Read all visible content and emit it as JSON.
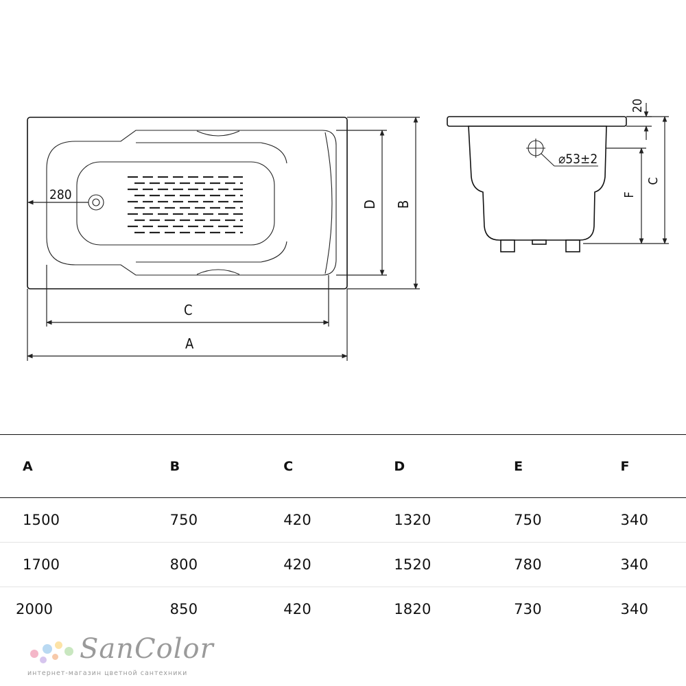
{
  "drawing": {
    "top_view": {
      "length_label": "A",
      "inner_length_label": "C",
      "width_label": "B",
      "inner_width_label": "D",
      "drain_offset": "280"
    },
    "side_view": {
      "rim_label": "20",
      "height_label": "C",
      "drain_height_label": "F",
      "drain_diameter": "⌀53±2"
    }
  },
  "table": {
    "headers": [
      "A",
      "B",
      "C",
      "D",
      "E",
      "F"
    ],
    "rows": [
      [
        "1500",
        "750",
        "420",
        "1320",
        "750",
        "340"
      ],
      [
        "1700",
        "800",
        "420",
        "1520",
        "780",
        "340"
      ],
      [
        "2000",
        "850",
        "420",
        "1820",
        "730",
        "340"
      ]
    ]
  },
  "logo": {
    "brand": "SanColor",
    "tagline": "интернет-магазин цветной сантехники",
    "dot_colors": [
      "#f4b6c8",
      "#b9d9f2",
      "#fde3a7",
      "#c9e7c0",
      "#d6c5ee",
      "#f7c9a9"
    ]
  }
}
